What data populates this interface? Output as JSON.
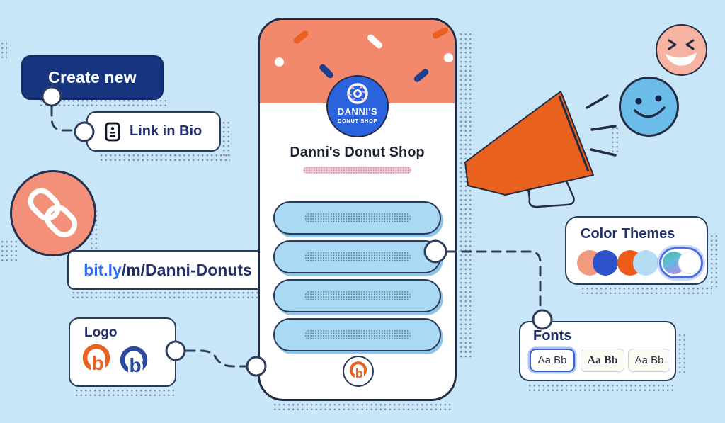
{
  "create_new_button": {
    "label": "Create new"
  },
  "link_in_bio_chip": {
    "label": "Link in Bio",
    "icon": "bio-page-icon"
  },
  "short_url_chip": {
    "domain": "bit.ly",
    "path": "/m/Danni-Donuts"
  },
  "phone_preview": {
    "brand_badge": {
      "line1": "DANNI'S",
      "line2": "DONUT SHOP",
      "icon": "donut-icon"
    },
    "profile_name": "Danni's Donut Shop",
    "link_button_count": 4,
    "footer_icon": "bitly-b-logo"
  },
  "branding": {
    "bitly_glyph": "b"
  },
  "logo_panel": {
    "title": "Logo",
    "options": [
      {
        "name": "bitly-logo-orange",
        "color": "#e8611f"
      },
      {
        "name": "bitly-logo-navy",
        "color": "#2a4a9e"
      }
    ]
  },
  "color_themes_panel": {
    "title": "Color Themes",
    "swatches": [
      {
        "name": "salmon-royal",
        "colors": [
          "#f29a7e",
          "#2d52cc"
        ],
        "selected": false
      },
      {
        "name": "orange-sky",
        "colors": [
          "#ee5a17",
          "#b5ddf4"
        ],
        "selected": false
      },
      {
        "name": "gradient-white",
        "colors": [
          "teal-purple-gradient",
          "#ffffff"
        ],
        "selected": true
      }
    ]
  },
  "fonts_panel": {
    "title": "Fonts",
    "options": [
      {
        "label": "Aa Bb",
        "style": "sans-regular",
        "selected": true
      },
      {
        "label": "Aa Bb",
        "style": "serif-bold",
        "selected": false
      },
      {
        "label": "Aa Bb",
        "style": "sans-regular",
        "selected": false
      }
    ]
  },
  "decorations": {
    "megaphone": "megaphone-illustration",
    "laughing_emoji": "laughing-face",
    "smiling_emoji": "smiling-face",
    "chain_badge": "link-chain-icon"
  },
  "colors": {
    "background": "#c9e6f8",
    "navy_outline": "#2b3a5a",
    "navy_text": "#22316b",
    "button_navy": "#16357e",
    "link_blue": "#2e6cf1",
    "coral": "#f2886c",
    "orange": "#e8611f",
    "pill_blue": "#a9d9f3",
    "badge_blue": "#2b63dd",
    "emoji_pink": "#f7b3a2",
    "emoji_blue": "#6cbcea"
  }
}
